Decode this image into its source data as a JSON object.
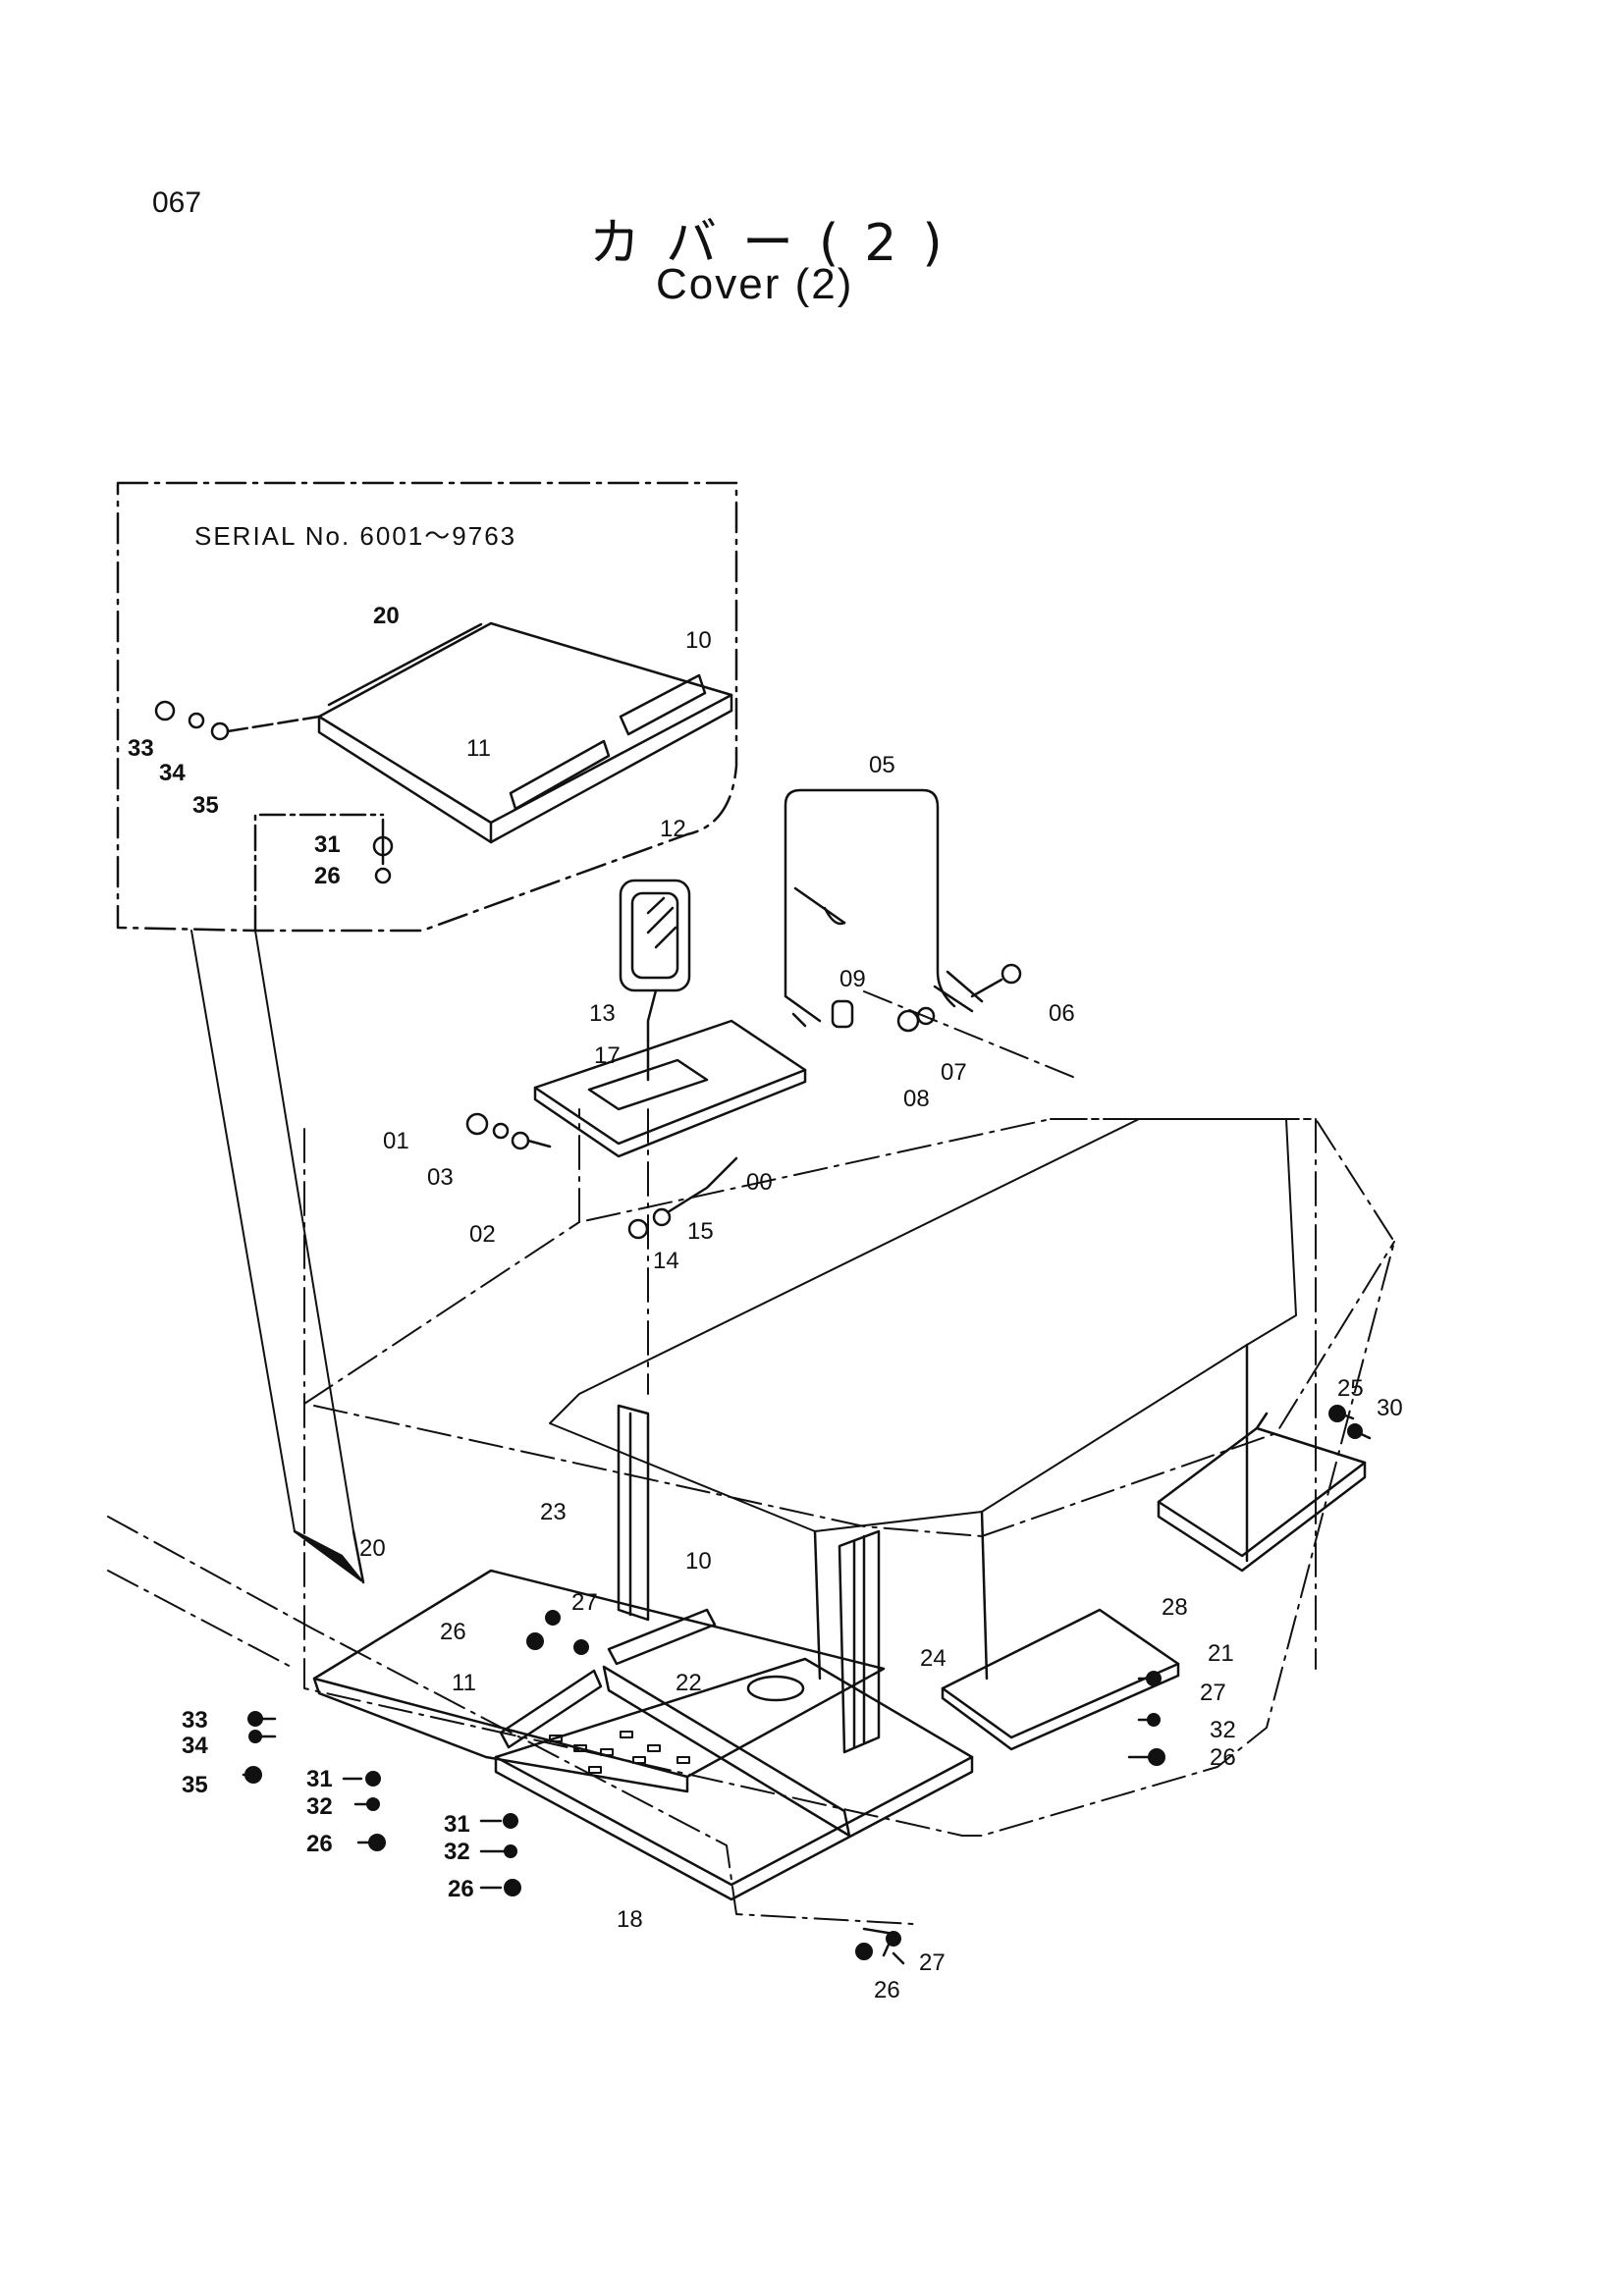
{
  "page_number": "067",
  "title_jp": "カバー(2)",
  "title_en": "Cover (2)",
  "inset": {
    "serial_label": "SERIAL No. 6001～9763"
  },
  "callouts": {
    "c00": "00",
    "c01": "01",
    "c02": "02",
    "c03": "03",
    "c05": "05",
    "c06": "06",
    "c07": "07",
    "c08": "08",
    "c09": "09",
    "c10a": "10",
    "c10b": "10",
    "c11a": "11",
    "c11b": "11",
    "c12": "12",
    "c13": "13",
    "c14": "14",
    "c15": "15",
    "c17": "17",
    "c18": "18",
    "c20a": "20",
    "c20b": "20",
    "c21": "21",
    "c22": "22",
    "c23": "23",
    "c24": "24",
    "c25": "25",
    "c26a": "26",
    "c26b": "26",
    "c26c": "26",
    "c26d": "26",
    "c26e": "26",
    "c26f": "26",
    "c27a": "27",
    "c27b": "27",
    "c27c": "27",
    "c28": "28",
    "c30": "30",
    "c31a": "31",
    "c31b": "31",
    "c31c": "31",
    "c32a": "32",
    "c32b": "32",
    "c32c": "32",
    "c33a": "33",
    "c33b": "33",
    "c34a": "34",
    "c34b": "34",
    "c35a": "35",
    "c35b": "35"
  },
  "colors": {
    "ink": "#111111",
    "paper": "#ffffff"
  }
}
